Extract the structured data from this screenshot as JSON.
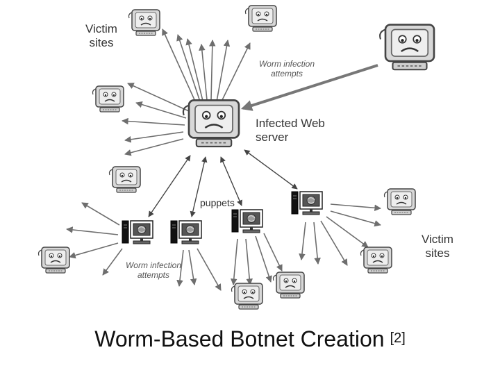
{
  "labels": {
    "victim_sites_top": "Victim sites",
    "victim_sites_right": "Victim sites",
    "infected_server": "Infected Web server",
    "puppets": "puppets",
    "worm_attempts_top": "Worm infection attempts",
    "worm_attempts_bottom": "Worm infection attempts"
  },
  "caption": {
    "title": "Worm-Based Botnet Creation",
    "reference": "[2]"
  },
  "icons": {
    "infected_server": "sad-computer-icon",
    "attacker": "sad-computer-icon",
    "victim": "sad-computer-icon",
    "puppet": "desktop-computer-icon"
  },
  "colors": {
    "arrow": "#6e6e6e",
    "thick_arrow": "#777777",
    "puppet_link": "#444444"
  }
}
